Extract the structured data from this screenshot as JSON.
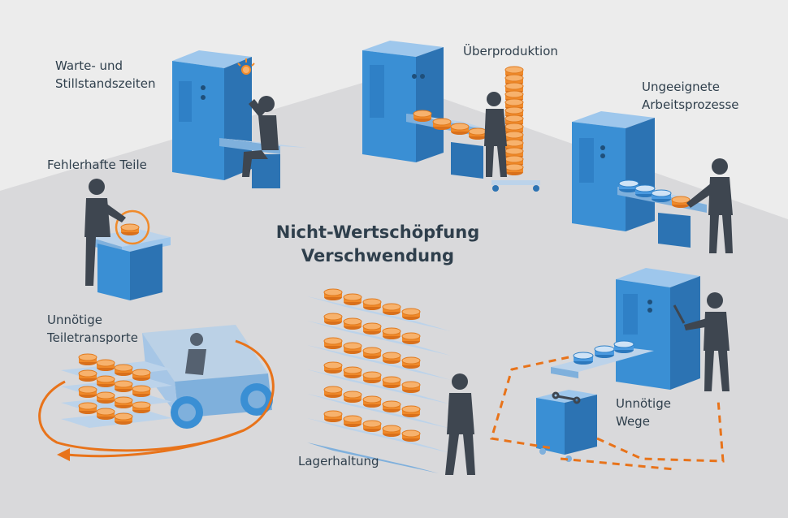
{
  "title": {
    "line1": "Nicht-Wertschöpfung",
    "line2": "Verschwendung"
  },
  "labels": {
    "warte": [
      "Warte- und",
      "Stillstandszeiten"
    ],
    "ueberproduktion": "Überproduktion",
    "arbeitsprozesse": [
      "Ungeeignete",
      "Arbeitsprozesse"
    ],
    "fehlerhafte": "Fehlerhafte Teile",
    "transporte": [
      "Unnötige",
      "Teiletransporte"
    ],
    "lager": "Lagerhaltung",
    "wege": [
      "Unnötige",
      "Wege"
    ]
  },
  "colors": {
    "background": "#ececec",
    "floor": "#d9d9db",
    "machine_front": "#3a8fd4",
    "machine_top": "#9ec7ec",
    "table": "#bcd3ea",
    "parts": "#f08a2a",
    "person": "#3e4650",
    "text": "#2f3f4c",
    "dashed": "#e8731a"
  }
}
